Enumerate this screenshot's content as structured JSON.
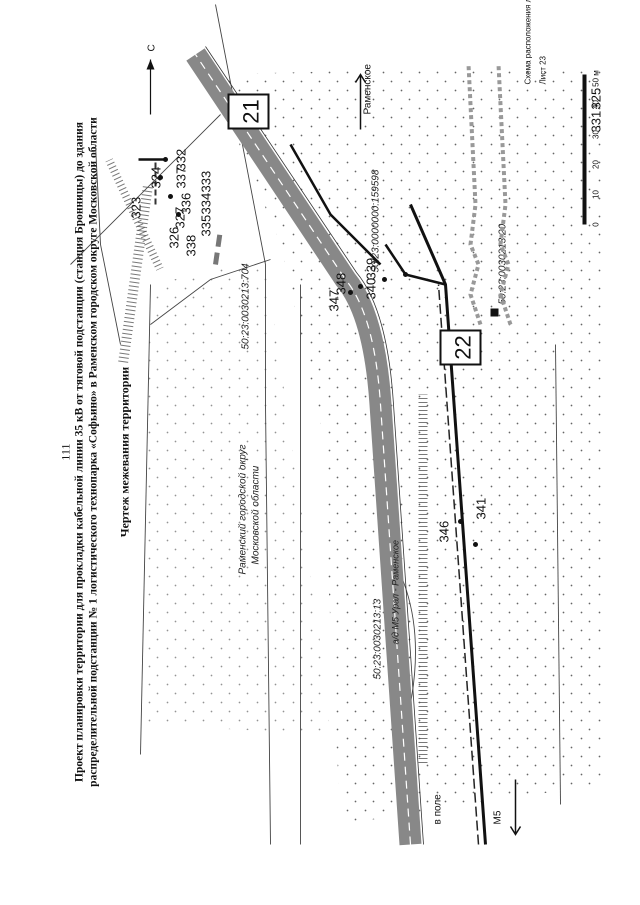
{
  "page_number": "111",
  "title_line1": "Проект планировки территории для прокладки кабельной линии 35 кВ от тяговой подстанции (станция Бронницы) до здания",
  "title_line2": "распределительной подстанции № 1 логистического технопарка «Софьино» в Раменском городском округе Московской области",
  "subtitle": "Чертеж межевания территории",
  "north_label": "С",
  "sheet_labels": [
    "21",
    "22"
  ],
  "point_labels": [
    "323",
    "324",
    "325",
    "326",
    "327",
    "331",
    "332",
    "333",
    "334",
    "335",
    "336",
    "337",
    "338",
    "339",
    "340",
    "341",
    "346",
    "347",
    "348"
  ],
  "parcels": [
    "50:23:0030213:704",
    "50:23:0030213:20",
    "50:23:0000000:159598",
    "50:23:0030213:13"
  ],
  "area_label_1": "Раменский городской округ",
  "area_label_2": "Московской области",
  "road_label": "а/д М5 Урал - Раменское",
  "dir_ramenskoe": "Раменское",
  "dir_m5": "М5",
  "field_label": "в поле",
  "scheme_title": "Схема расположения листов",
  "scheme_sheet": "Лист 23",
  "scale_ticks": [
    "0",
    "10",
    "20",
    "30",
    "40",
    "50 м"
  ]
}
